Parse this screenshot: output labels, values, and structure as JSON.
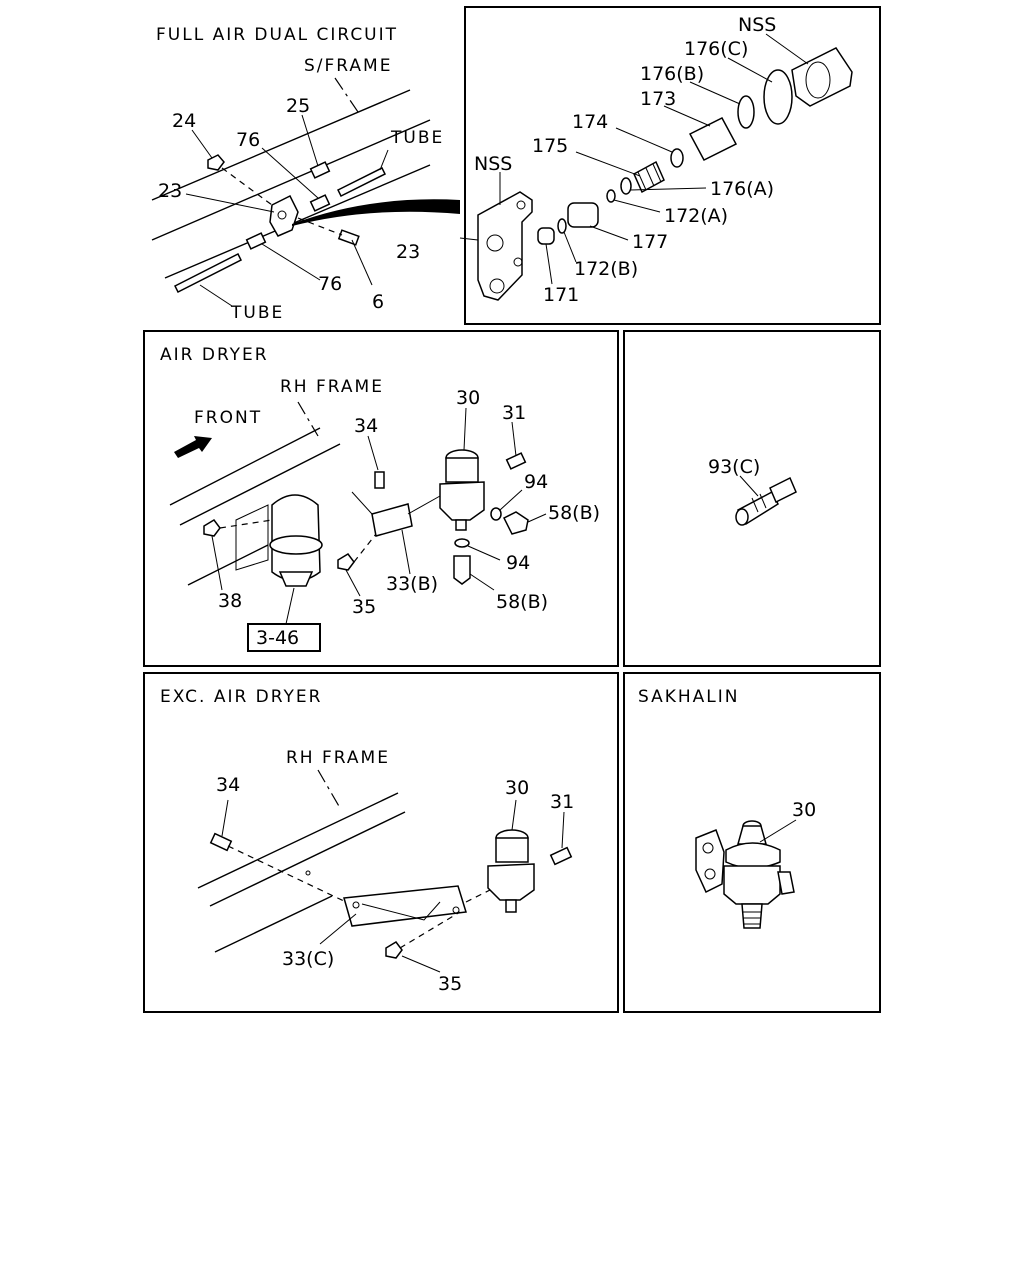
{
  "panels": {
    "full_air": {
      "title": "FULL AIR DUAL CIRCUIT",
      "frame_label": "S/FRAME",
      "tube_top": "TUBE",
      "tube_bottom": "TUBE",
      "callouts": {
        "p24": "24",
        "p25": "25",
        "p76a": "76",
        "p23": "23",
        "p76b": "76",
        "p6": "6"
      }
    },
    "exploded": {
      "callouts": {
        "nss_top": "NSS",
        "p176c": "176(C)",
        "p176b": "176(B)",
        "p173": "173",
        "p174": "174",
        "p175": "175",
        "nss_left": "NSS",
        "p176a": "176(A)",
        "p172a": "172(A)",
        "p177": "177",
        "p23": "23",
        "p172b": "172(B)",
        "p171": "171"
      }
    },
    "air_dryer": {
      "title": "AIR DRYER",
      "frame_label": "RH FRAME",
      "front_label": "FRONT",
      "callouts": {
        "p30": "30",
        "p31": "31",
        "p34": "34",
        "p94a": "94",
        "p58b_a": "58(B)",
        "p94b": "94",
        "p58b_b": "58(B)",
        "p38": "38",
        "p35": "35",
        "p33b": "33(B)"
      },
      "ref_box": "3-46"
    },
    "fitting": {
      "callouts": {
        "p93c": "93(C)"
      }
    },
    "exc_air_dryer": {
      "title": "EXC. AIR DRYER",
      "frame_label": "RH FRAME",
      "callouts": {
        "p34": "34",
        "p30": "30",
        "p31": "31",
        "p33c": "33(C)",
        "p35": "35"
      }
    },
    "sakhalin": {
      "title": "SAKHALIN",
      "callouts": {
        "p30": "30"
      }
    }
  }
}
